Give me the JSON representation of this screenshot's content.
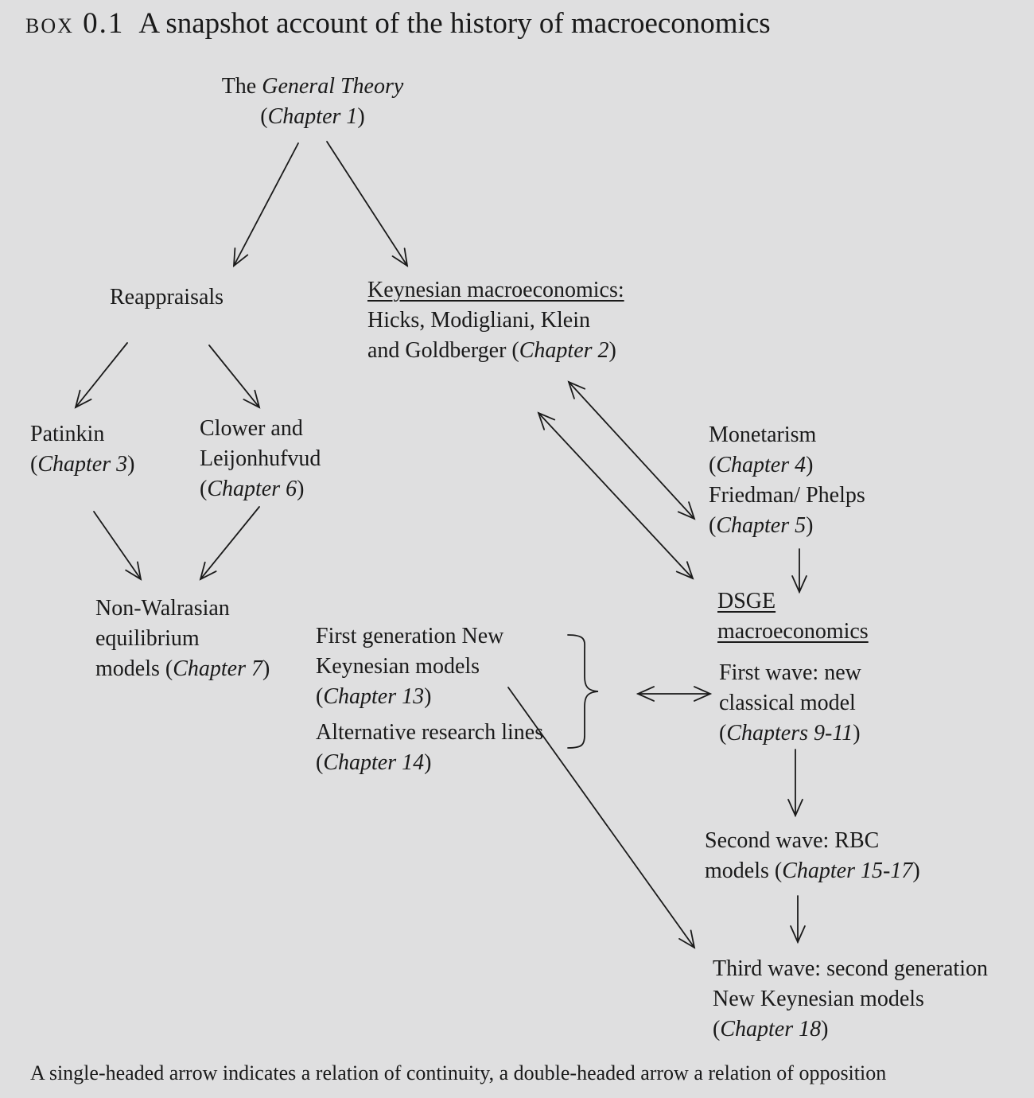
{
  "title": {
    "box": "box 0.1",
    "text": "A snapshot account of the history of macroeconomics"
  },
  "nodes": {
    "general_theory": {
      "pre": "The ",
      "italic": "General Theory",
      "chapter": "Chapter 1"
    },
    "reappraisals": {
      "text": "Reappraisals"
    },
    "keynesian": {
      "heading": "Keynesian macroeconomics:",
      "line2": "Hicks, Modigliani, Klein",
      "line3_pre": "and Goldberger (",
      "line3_italic": "Chapter 2",
      "line3_post": ")"
    },
    "patinkin": {
      "text": "Patinkin",
      "chapter": "Chapter 3"
    },
    "clower": {
      "line1": "Clower and",
      "line2": "Leijonhufvud",
      "chapter": "Chapter 6"
    },
    "monetarism": {
      "line1": "Monetarism",
      "chapter1": "Chapter 4",
      "line3": "Friedman/ Phelps",
      "chapter2": "Chapter 5"
    },
    "non_walrasian": {
      "line1": "Non-Walrasian",
      "line2": "equilibrium",
      "line3_pre": "models (",
      "line3_italic": "Chapter 7",
      "line3_post": ")"
    },
    "dsge": {
      "line1": "DSGE",
      "line2": "macroeconomics"
    },
    "first_gen": {
      "line1": "First generation New",
      "line2": "Keynesian models",
      "chapter": "Chapter 13"
    },
    "alternative": {
      "line1": "Alternative research lines",
      "chapter": "Chapter 14"
    },
    "first_wave": {
      "line1": "First wave: new",
      "line2": "classical model",
      "chapter": "Chapters 9-11"
    },
    "second_wave": {
      "line1": "Second wave: RBC",
      "line2_pre": "models (",
      "line2_italic": "Chapter 15-17",
      "line2_post": ")"
    },
    "third_wave": {
      "line1": "Third wave: second generation",
      "line2": "New Keynesian models",
      "chapter": "Chapter 18"
    }
  },
  "caption": "A single-headed arrow indicates a relation of continuity, a double-headed arrow a relation of opposition"
}
